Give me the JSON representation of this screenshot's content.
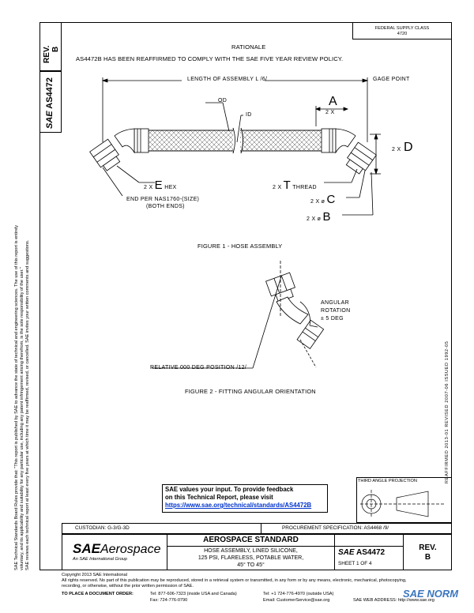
{
  "header": {
    "federal_supply_class": "FEDERAL SUPPLY CLASS\n4720",
    "rev_label": "REV.",
    "rev_value": "B",
    "doc_number": "AS4472",
    "sae_logo_text": "SAE"
  },
  "rationale": {
    "heading": "RATIONALE",
    "text": "AS4472B HAS BEEN REAFFIRMED TO COMPLY WITH THE SAE FIVE YEAR REVIEW POLICY."
  },
  "figure1": {
    "length_label": "LENGTH OF ASSEMBLY L /6/",
    "gage_point": "GAGE POINT",
    "od": "OD",
    "id": "ID",
    "a_letter": "A",
    "two_x_a": "2 X",
    "two_x": "2 X",
    "d_letter": "D",
    "hex_prefix": "2 X",
    "hex_letter": "E",
    "hex_suffix": "HEX",
    "thread_prefix": "2 X",
    "thread_letter": "T",
    "thread_suffix": "THREAD",
    "end_per": "END PER NAS1760-(SIZE)",
    "both_ends": "(BOTH ENDS)",
    "c_prefix": "2 X ø",
    "c_letter": "C",
    "b_prefix": "2 X ø",
    "b_letter": "B",
    "caption": "FIGURE 1 - HOSE ASSEMBLY"
  },
  "figure2": {
    "angular": "ANGULAR",
    "rotation": "ROTATION",
    "deg": "± 5 DEG",
    "relative": "RELATIVE 000 DEG POSITION /12/",
    "caption": "FIGURE 2 - FITTING ANGULAR ORIENTATION"
  },
  "right_margin": {
    "text": "REAFFIRMED 2013-01   REVISED 2007-06   ISSUED 1992-05"
  },
  "left_margin": {
    "line1": "SAE Technical Standards Board Rules provide that: \"This report is published by SAE to advance the state of technical and engineering sciences. The use of this report is entirely",
    "line2": "voluntary, and its applicability and suitability for any particular use, including any patent infringement arising therefrom, is the sole responsibility of the user.\"",
    "line3": "SAE reviews each technical report at least every five years at which time it may be reaffirmed, revised, or cancelled. SAE invites your written comments and suggestions."
  },
  "feedback": {
    "line1": "SAE values your input. To provide feedback",
    "line2": "on this Technical Report, please visit",
    "link": "https://www.sae.org/technical/standards/AS4472B"
  },
  "projection": {
    "label": "THIRD ANGLE PROJECTION"
  },
  "custodian": {
    "label": "CUSTODIAN: G-3/G-3D"
  },
  "procurement": {
    "label": "PROCUREMENT SPECIFICATION: AS4468 /9/"
  },
  "title_block": {
    "logo_sae": "SAE",
    "logo_aerospace": "Aerospace",
    "logo_sub": "An SAE International Group",
    "standard": "AEROSPACE STANDARD",
    "title1": "HOSE ASSEMBLY, LINED SILICONE,",
    "title2": "125 PSI, FLARELESS, POTABLE WATER,",
    "title3": "45° TO 45°",
    "doc_logo": "SAE",
    "doc_number": "AS4472",
    "sheet": "SHEET 1 OF 4",
    "rev_label": "REV.",
    "rev_value": "B"
  },
  "footer": {
    "copyright": "Copyright 2013 SAE International",
    "rights1": "All rights reserved. No part of this publication may be reproduced, stored in a retrieval system or transmitted, in any form or by any means, electronic, mechanical, photocopying,",
    "rights2": "recording, or otherwise, without the prior written permission of SAE.",
    "order_label": "TO PLACE A DOCUMENT ORDER:",
    "tel1": "Tel:  877-606-7323 (inside USA and Canada)",
    "tel2": "Tel:  +1 724-776-4970 (outside USA)",
    "fax": "Fax:  724-776-0790",
    "email": "Email: CustomerService@sae.org",
    "web": "SAE WEB ADDRESS: http://www.sae.org",
    "watermark": "SAE NORM"
  }
}
